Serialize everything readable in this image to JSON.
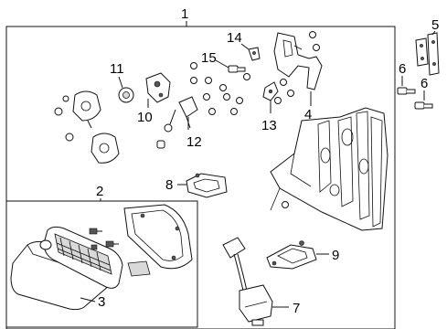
{
  "figure": {
    "callouts": {
      "c1": "1",
      "c2": "2",
      "c3": "3",
      "c4": "4",
      "c5": "5",
      "c6a": "6",
      "c6b": "6",
      "c7": "7",
      "c8": "8",
      "c9": "9",
      "c10": "10",
      "c11": "11",
      "c12": "12",
      "c13": "13",
      "c14": "14",
      "c15": "15"
    }
  }
}
